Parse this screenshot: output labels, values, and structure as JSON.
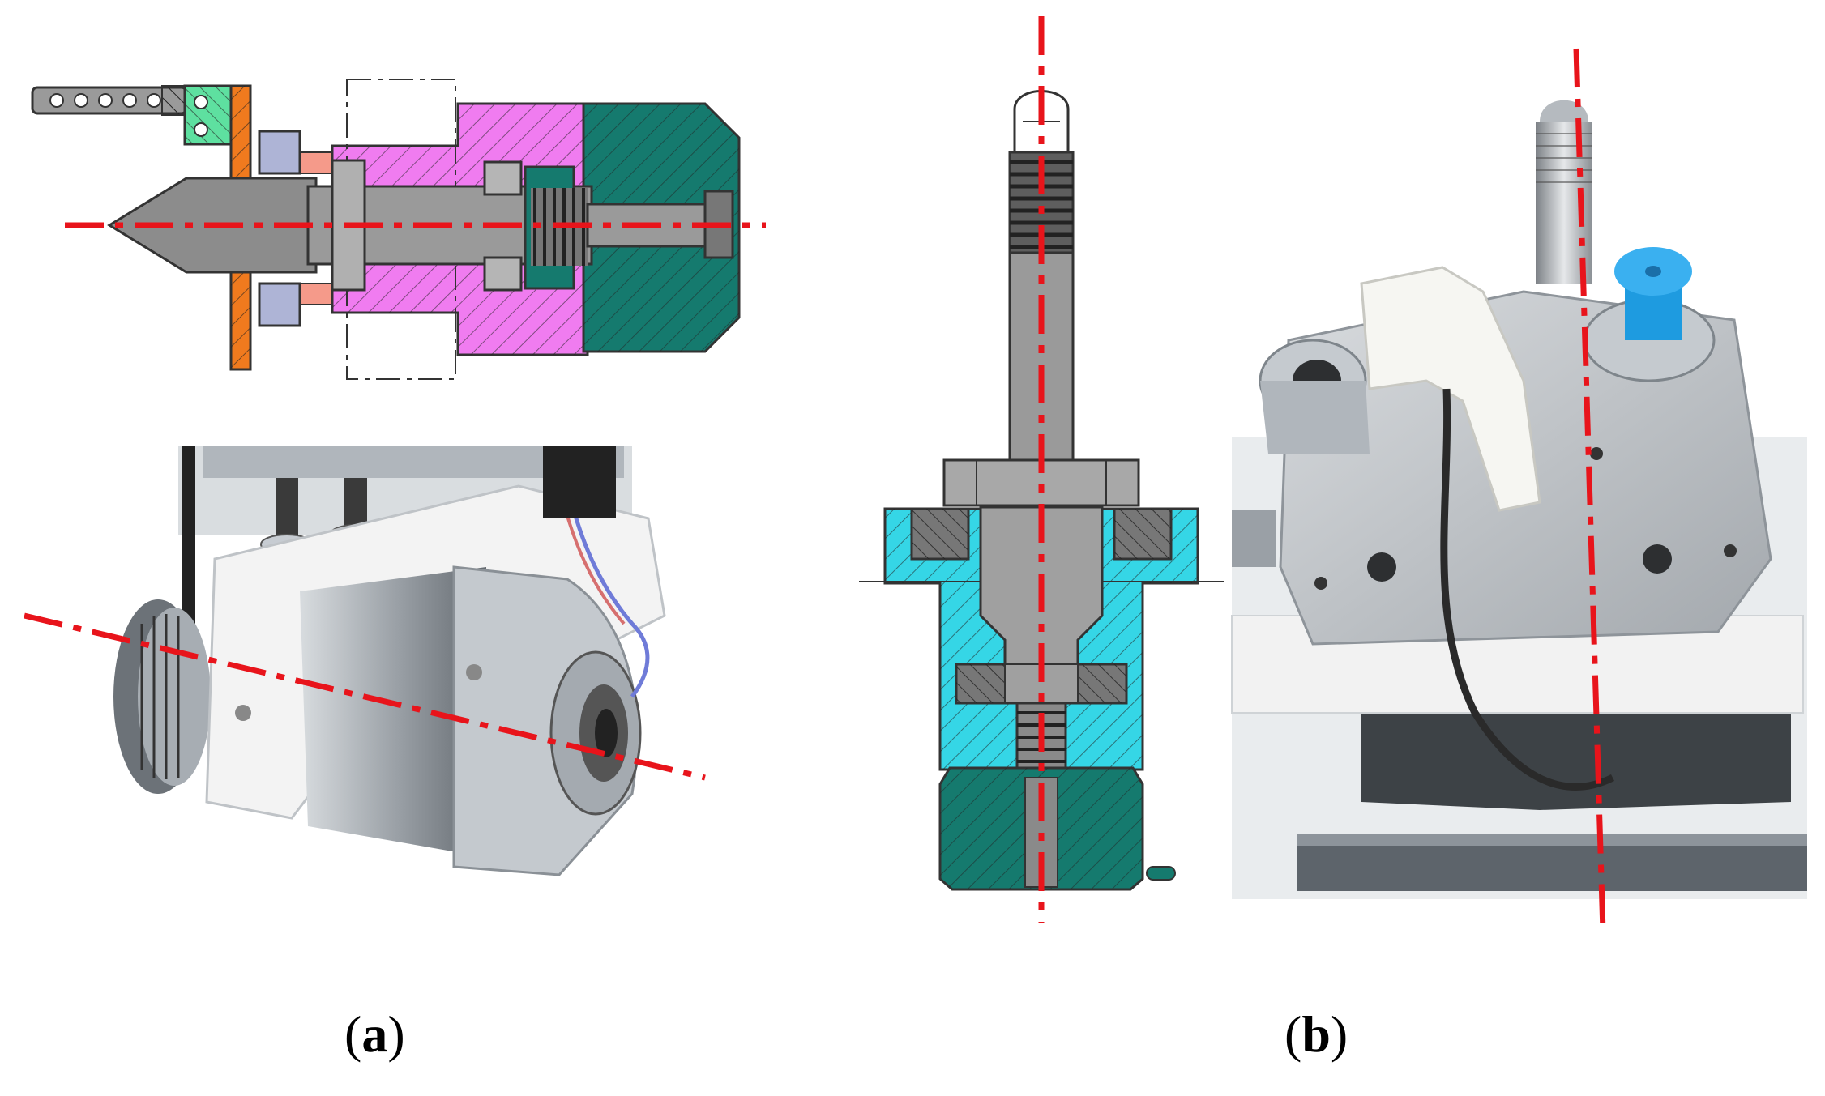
{
  "figure": {
    "panels": [
      {
        "id": "a",
        "label": "a"
      },
      {
        "id": "b",
        "label": "b"
      }
    ]
  },
  "colors": {
    "axis": "#e8141b",
    "grey": "#9a9a9a",
    "dark_grey": "#6e6e6e",
    "magenta": "#f07cf0",
    "teal": "#157a6e",
    "cyan": "#35d6e6",
    "orange": "#f07a1e",
    "green": "#5ee0a0",
    "lavender": "#aeb4d6",
    "salmon": "#f59a8a",
    "metal": "#c7ccd2",
    "white_part": "#f3f3f0",
    "blue_knob": "#1e9be0"
  }
}
